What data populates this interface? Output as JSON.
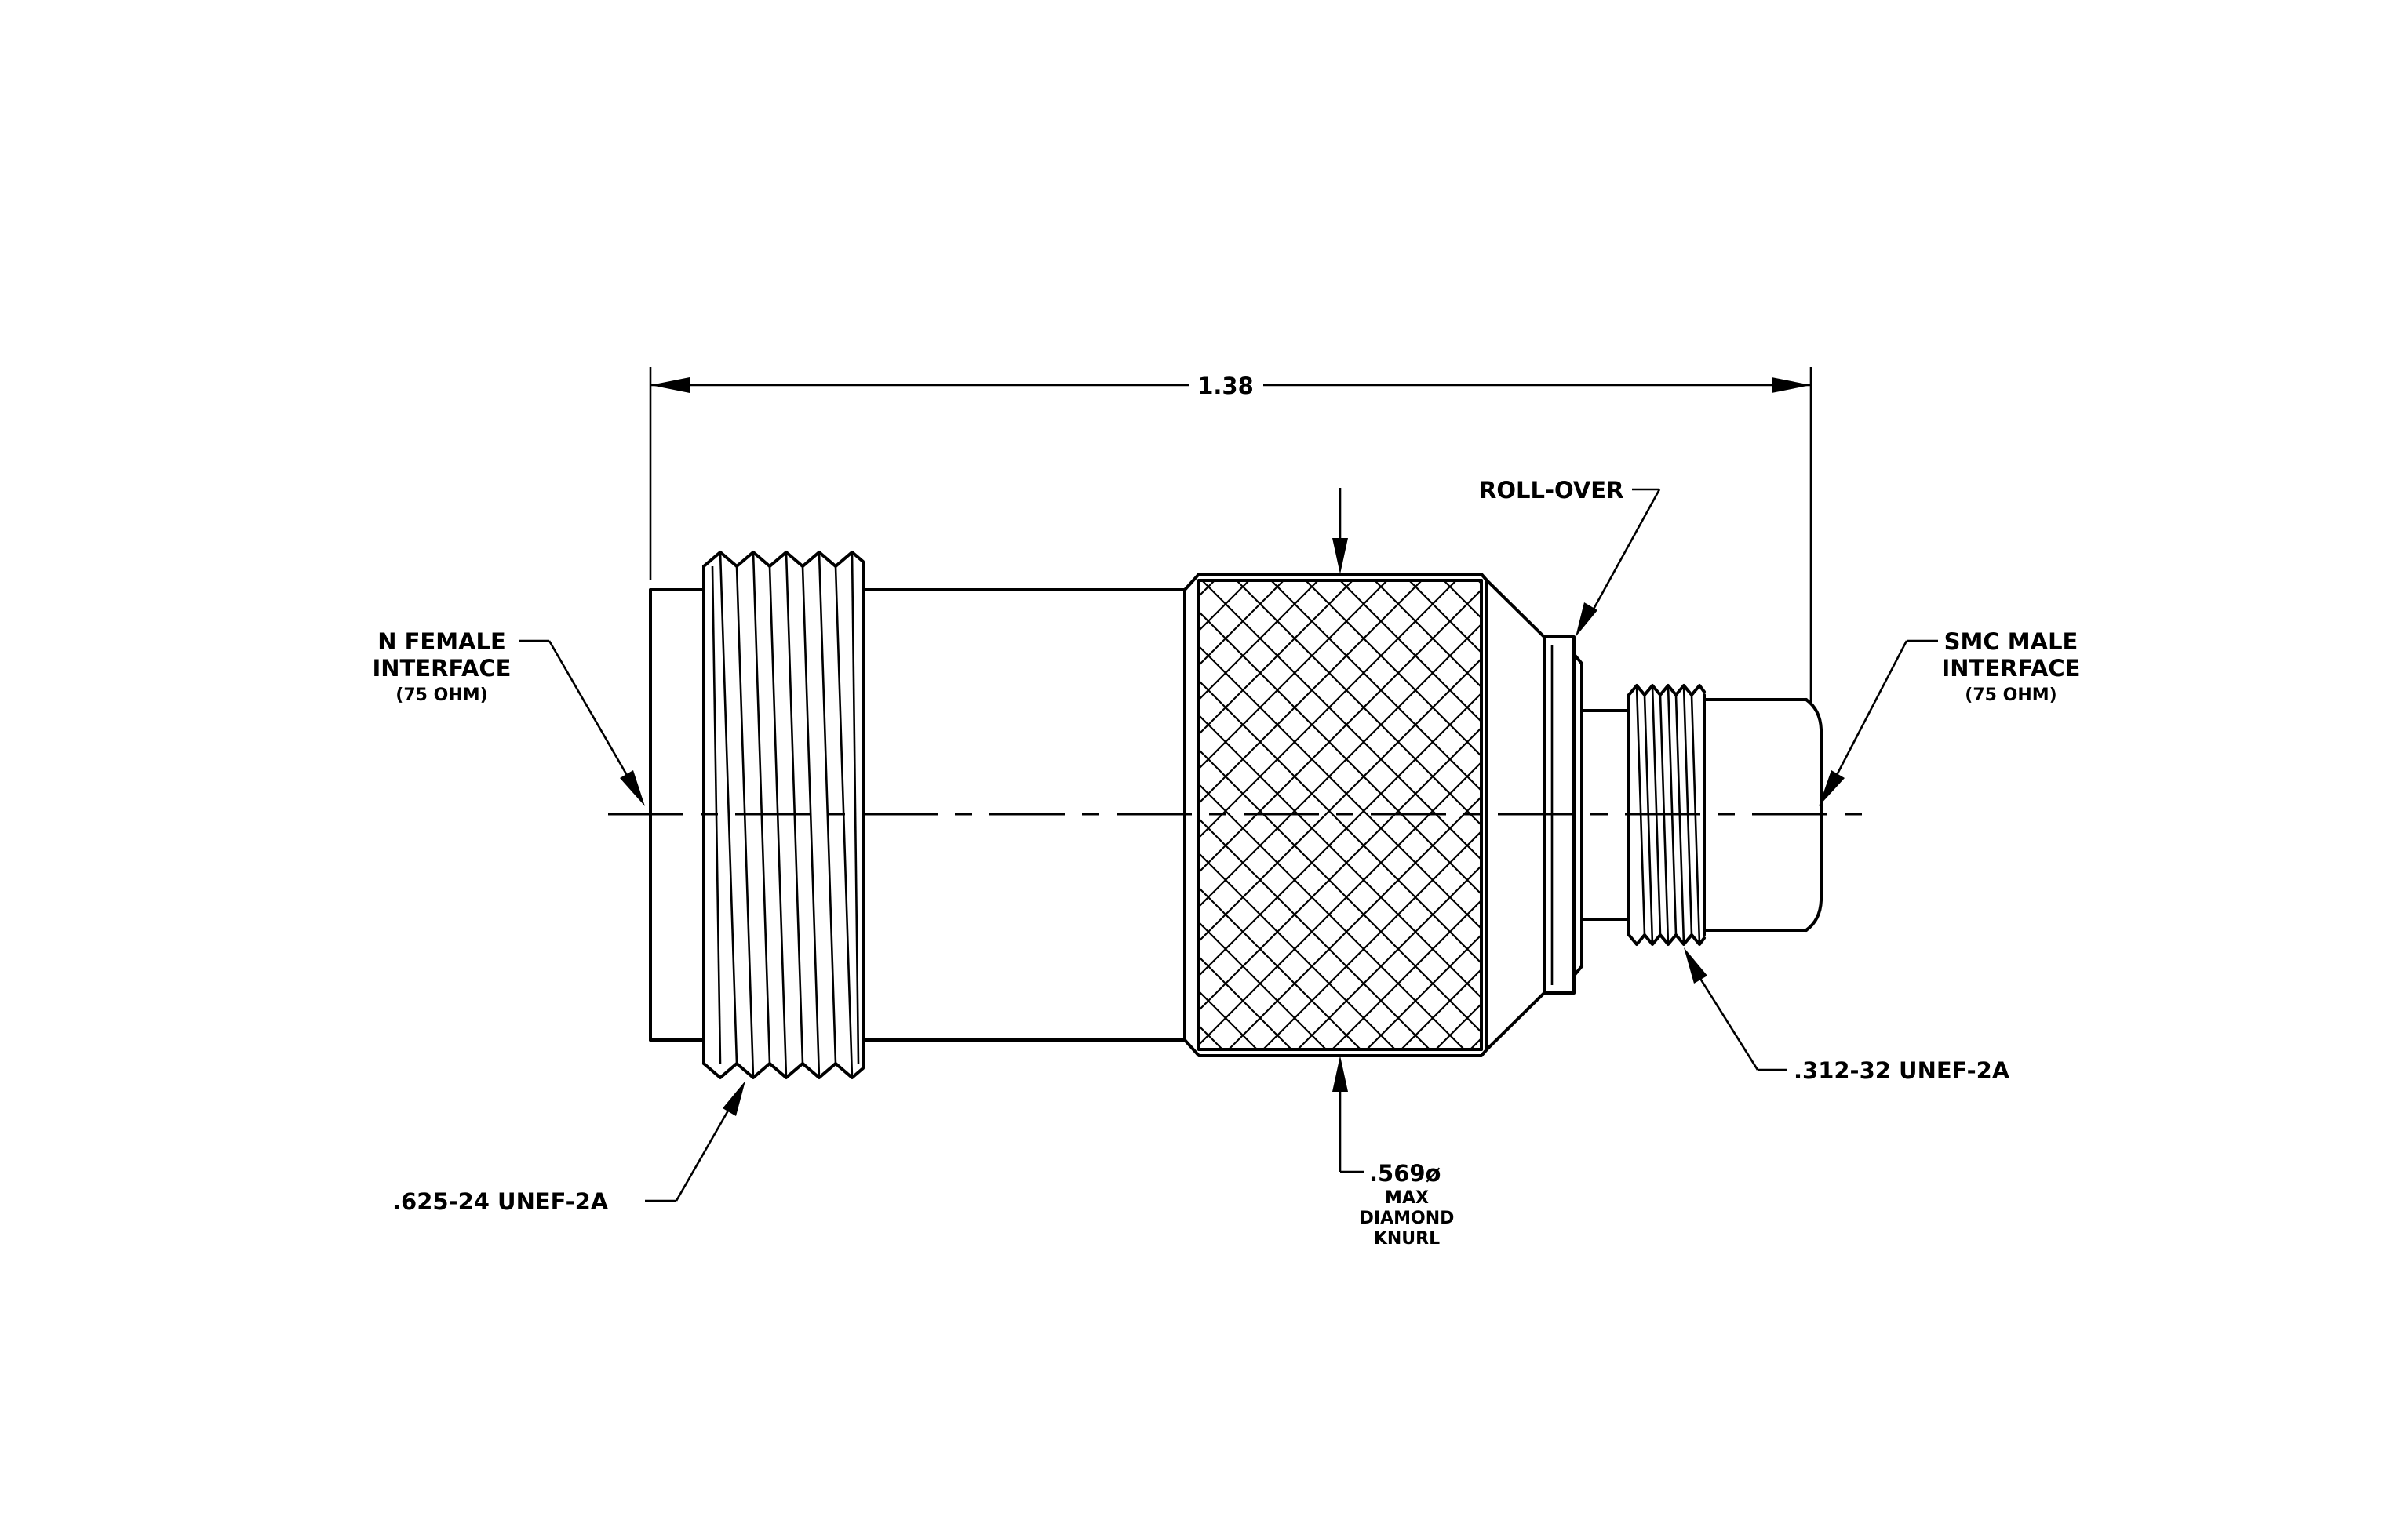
{
  "dimension": {
    "overall_length": "1.38"
  },
  "labels": {
    "n_female": [
      "N FEMALE",
      "INTERFACE",
      "(75 OHM)"
    ],
    "smc_male": [
      "SMC MALE",
      "INTERFACE",
      "(75 OHM)"
    ],
    "roll_over": "ROLL-OVER",
    "thread_large": ".625-24 UNEF-2A",
    "thread_small": ".312-32 UNEF-2A",
    "knurl": [
      ".569ø",
      "MAX",
      "DIAMOND",
      "KNURL"
    ]
  }
}
